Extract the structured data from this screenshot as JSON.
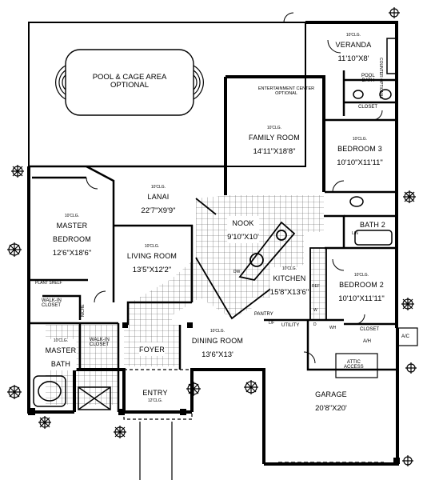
{
  "rooms": {
    "pool": {
      "name": "POOL & CAGE AREA",
      "note": "OPTIONAL"
    },
    "veranda": {
      "clg": "10'CLG.",
      "name": "VERANDA",
      "dim": "11'10\"X8'"
    },
    "family": {
      "clg": "10'CLG.",
      "name": "FAMILY ROOM",
      "dim": "14'11\"X18'8\""
    },
    "bedroom3": {
      "clg": "10'CLG.",
      "name": "BEDROOM 3",
      "dim": "10'10\"X11'11\""
    },
    "lanai": {
      "clg": "10'CLG.",
      "name": "LANAI",
      "dim": "22'7\"X9'9\""
    },
    "master": {
      "clg": "10'CLG.",
      "name1": "MASTER",
      "name2": "BEDROOM",
      "dim": "12'6\"X18'6\""
    },
    "living": {
      "clg": "10'CLG.",
      "name": "LIVING ROOM",
      "dim": "13'5\"X12'2\""
    },
    "nook": {
      "name": "NOOK",
      "dim": "9'10\"X10'"
    },
    "kitchen": {
      "clg": "10'CLG.",
      "name": "KITCHEN",
      "dim": "15'8\"X13'6\""
    },
    "bath2": {
      "name": "BATH 2"
    },
    "bedroom2": {
      "clg": "10'CLG.",
      "name": "BEDROOM 2",
      "dim": "10'10\"X11'11\""
    },
    "dining": {
      "clg": "10'CLG.",
      "name": "DINING ROOM",
      "dim": "13'6\"X13'"
    },
    "foyer": {
      "name": "FOYER"
    },
    "entry": {
      "name": "ENTRY",
      "clg": "12'CLG."
    },
    "garage": {
      "name": "GARAGE",
      "dim": "20'8\"X20'"
    },
    "master_bath": {
      "clg": "10'CLG.",
      "name1": "MASTER",
      "name2": "BATH"
    }
  },
  "labels": {
    "entertainment": "ENTERTAINMENT CENTER",
    "entertainment_note": "OPTIONAL",
    "pool_bath": "POOL",
    "pool_bath2": "BATH",
    "counter": "COUNTER OPTIONAL",
    "closet_b3": "CLOSET",
    "closet_b2": "CLOSET",
    "plant_shelf": "PLANT SHELF",
    "walkin_closet1": "WALK-IN",
    "walkin_closet1b": "CLOSET",
    "walkin_closet2": "WALK-IN",
    "walkin_closet2b": "CLOSET",
    "pantry": "PANTRY",
    "utility": "UTILITY",
    "ah": "A/H",
    "ac": "A/C",
    "attic1": "ATTIC",
    "attic2": "ACCESS",
    "niche": "NICHE",
    "lin": "LIN",
    "lf": "L/F",
    "dw": "DW",
    "ref": "REF",
    "wh": "WH",
    "dryer": "D",
    "washer": "W"
  }
}
